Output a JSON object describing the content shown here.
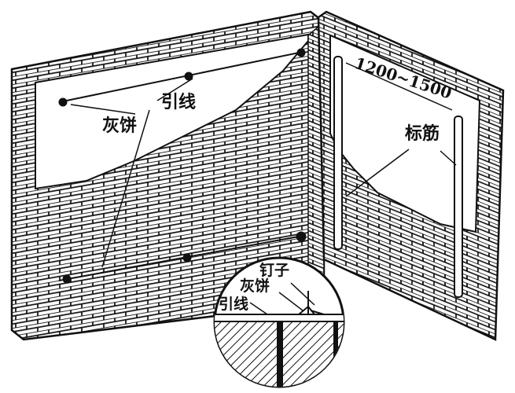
{
  "labels": {
    "ash_cake": "灰饼",
    "guide_line": "引线",
    "dimension": "1200~1500",
    "screed_strip": "标筋",
    "detail_nail": "钉子",
    "detail_ash_cake": "灰饼",
    "detail_guide_line": "引线"
  },
  "colors": {
    "ink": "#111111",
    "paper": "#ffffff"
  }
}
